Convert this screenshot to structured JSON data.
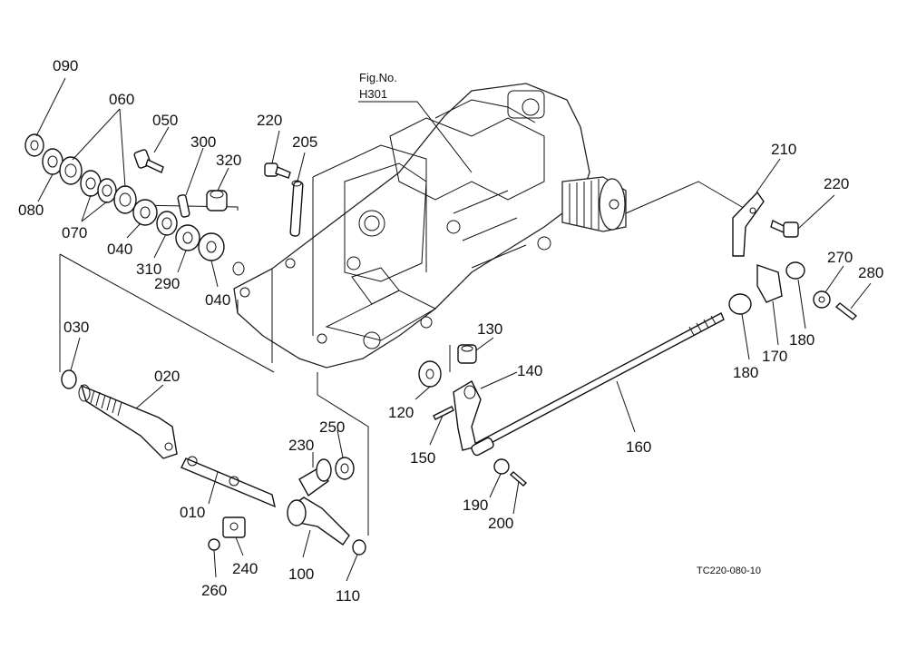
{
  "figure": {
    "fig_no_label": "Fig.No.",
    "fig_no_value": "H301",
    "reference": "TC220-080-10"
  },
  "callouts": [
    {
      "id": "c090",
      "label": "090"
    },
    {
      "id": "c060",
      "label": "060"
    },
    {
      "id": "c050",
      "label": "050"
    },
    {
      "id": "c300",
      "label": "300"
    },
    {
      "id": "c320",
      "label": "320"
    },
    {
      "id": "c220a",
      "label": "220"
    },
    {
      "id": "c205",
      "label": "205"
    },
    {
      "id": "c080",
      "label": "080"
    },
    {
      "id": "c070",
      "label": "070"
    },
    {
      "id": "c040a",
      "label": "040"
    },
    {
      "id": "c310",
      "label": "310"
    },
    {
      "id": "c290",
      "label": "290"
    },
    {
      "id": "c040b",
      "label": "040"
    },
    {
      "id": "c030",
      "label": "030"
    },
    {
      "id": "c020",
      "label": "020"
    },
    {
      "id": "c010",
      "label": "010"
    },
    {
      "id": "c230",
      "label": "230"
    },
    {
      "id": "c250",
      "label": "250"
    },
    {
      "id": "c240",
      "label": "240"
    },
    {
      "id": "c260",
      "label": "260"
    },
    {
      "id": "c100",
      "label": "100"
    },
    {
      "id": "c110",
      "label": "110"
    },
    {
      "id": "c130",
      "label": "130"
    },
    {
      "id": "c140",
      "label": "140"
    },
    {
      "id": "c120",
      "label": "120"
    },
    {
      "id": "c150",
      "label": "150"
    },
    {
      "id": "c160",
      "label": "160"
    },
    {
      "id": "c190",
      "label": "190"
    },
    {
      "id": "c200",
      "label": "200"
    },
    {
      "id": "c210",
      "label": "210"
    },
    {
      "id": "c220b",
      "label": "220"
    },
    {
      "id": "c270",
      "label": "270"
    },
    {
      "id": "c280",
      "label": "280"
    },
    {
      "id": "c180a",
      "label": "180"
    },
    {
      "id": "c170",
      "label": "170"
    },
    {
      "id": "c180b",
      "label": "180"
    }
  ]
}
